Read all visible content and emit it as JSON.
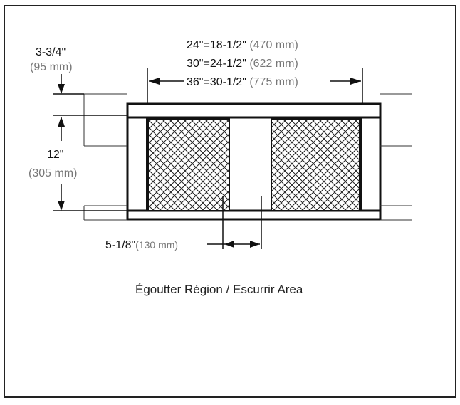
{
  "dimensions": {
    "width_lines": [
      {
        "main": "24\"=18-1/2\"",
        "metric": "(470 mm)"
      },
      {
        "main": "30\"=24-1/2\"",
        "metric": "(622 mm)"
      },
      {
        "main": "36\"=30-1/2\"",
        "metric": "(775 mm)"
      }
    ],
    "top_offset": {
      "main": "3-3/4\"",
      "metric": "(95 mm)"
    },
    "height": {
      "main": "12\"",
      "metric": "(305 mm)"
    },
    "center_gap": {
      "main": "5-1/8\"",
      "metric": "(130 mm)"
    }
  },
  "caption": "Égoutter Région / Escurrir Area",
  "colors": {
    "line": "#111111",
    "metric_text": "#777777",
    "hatch": "#222222"
  }
}
